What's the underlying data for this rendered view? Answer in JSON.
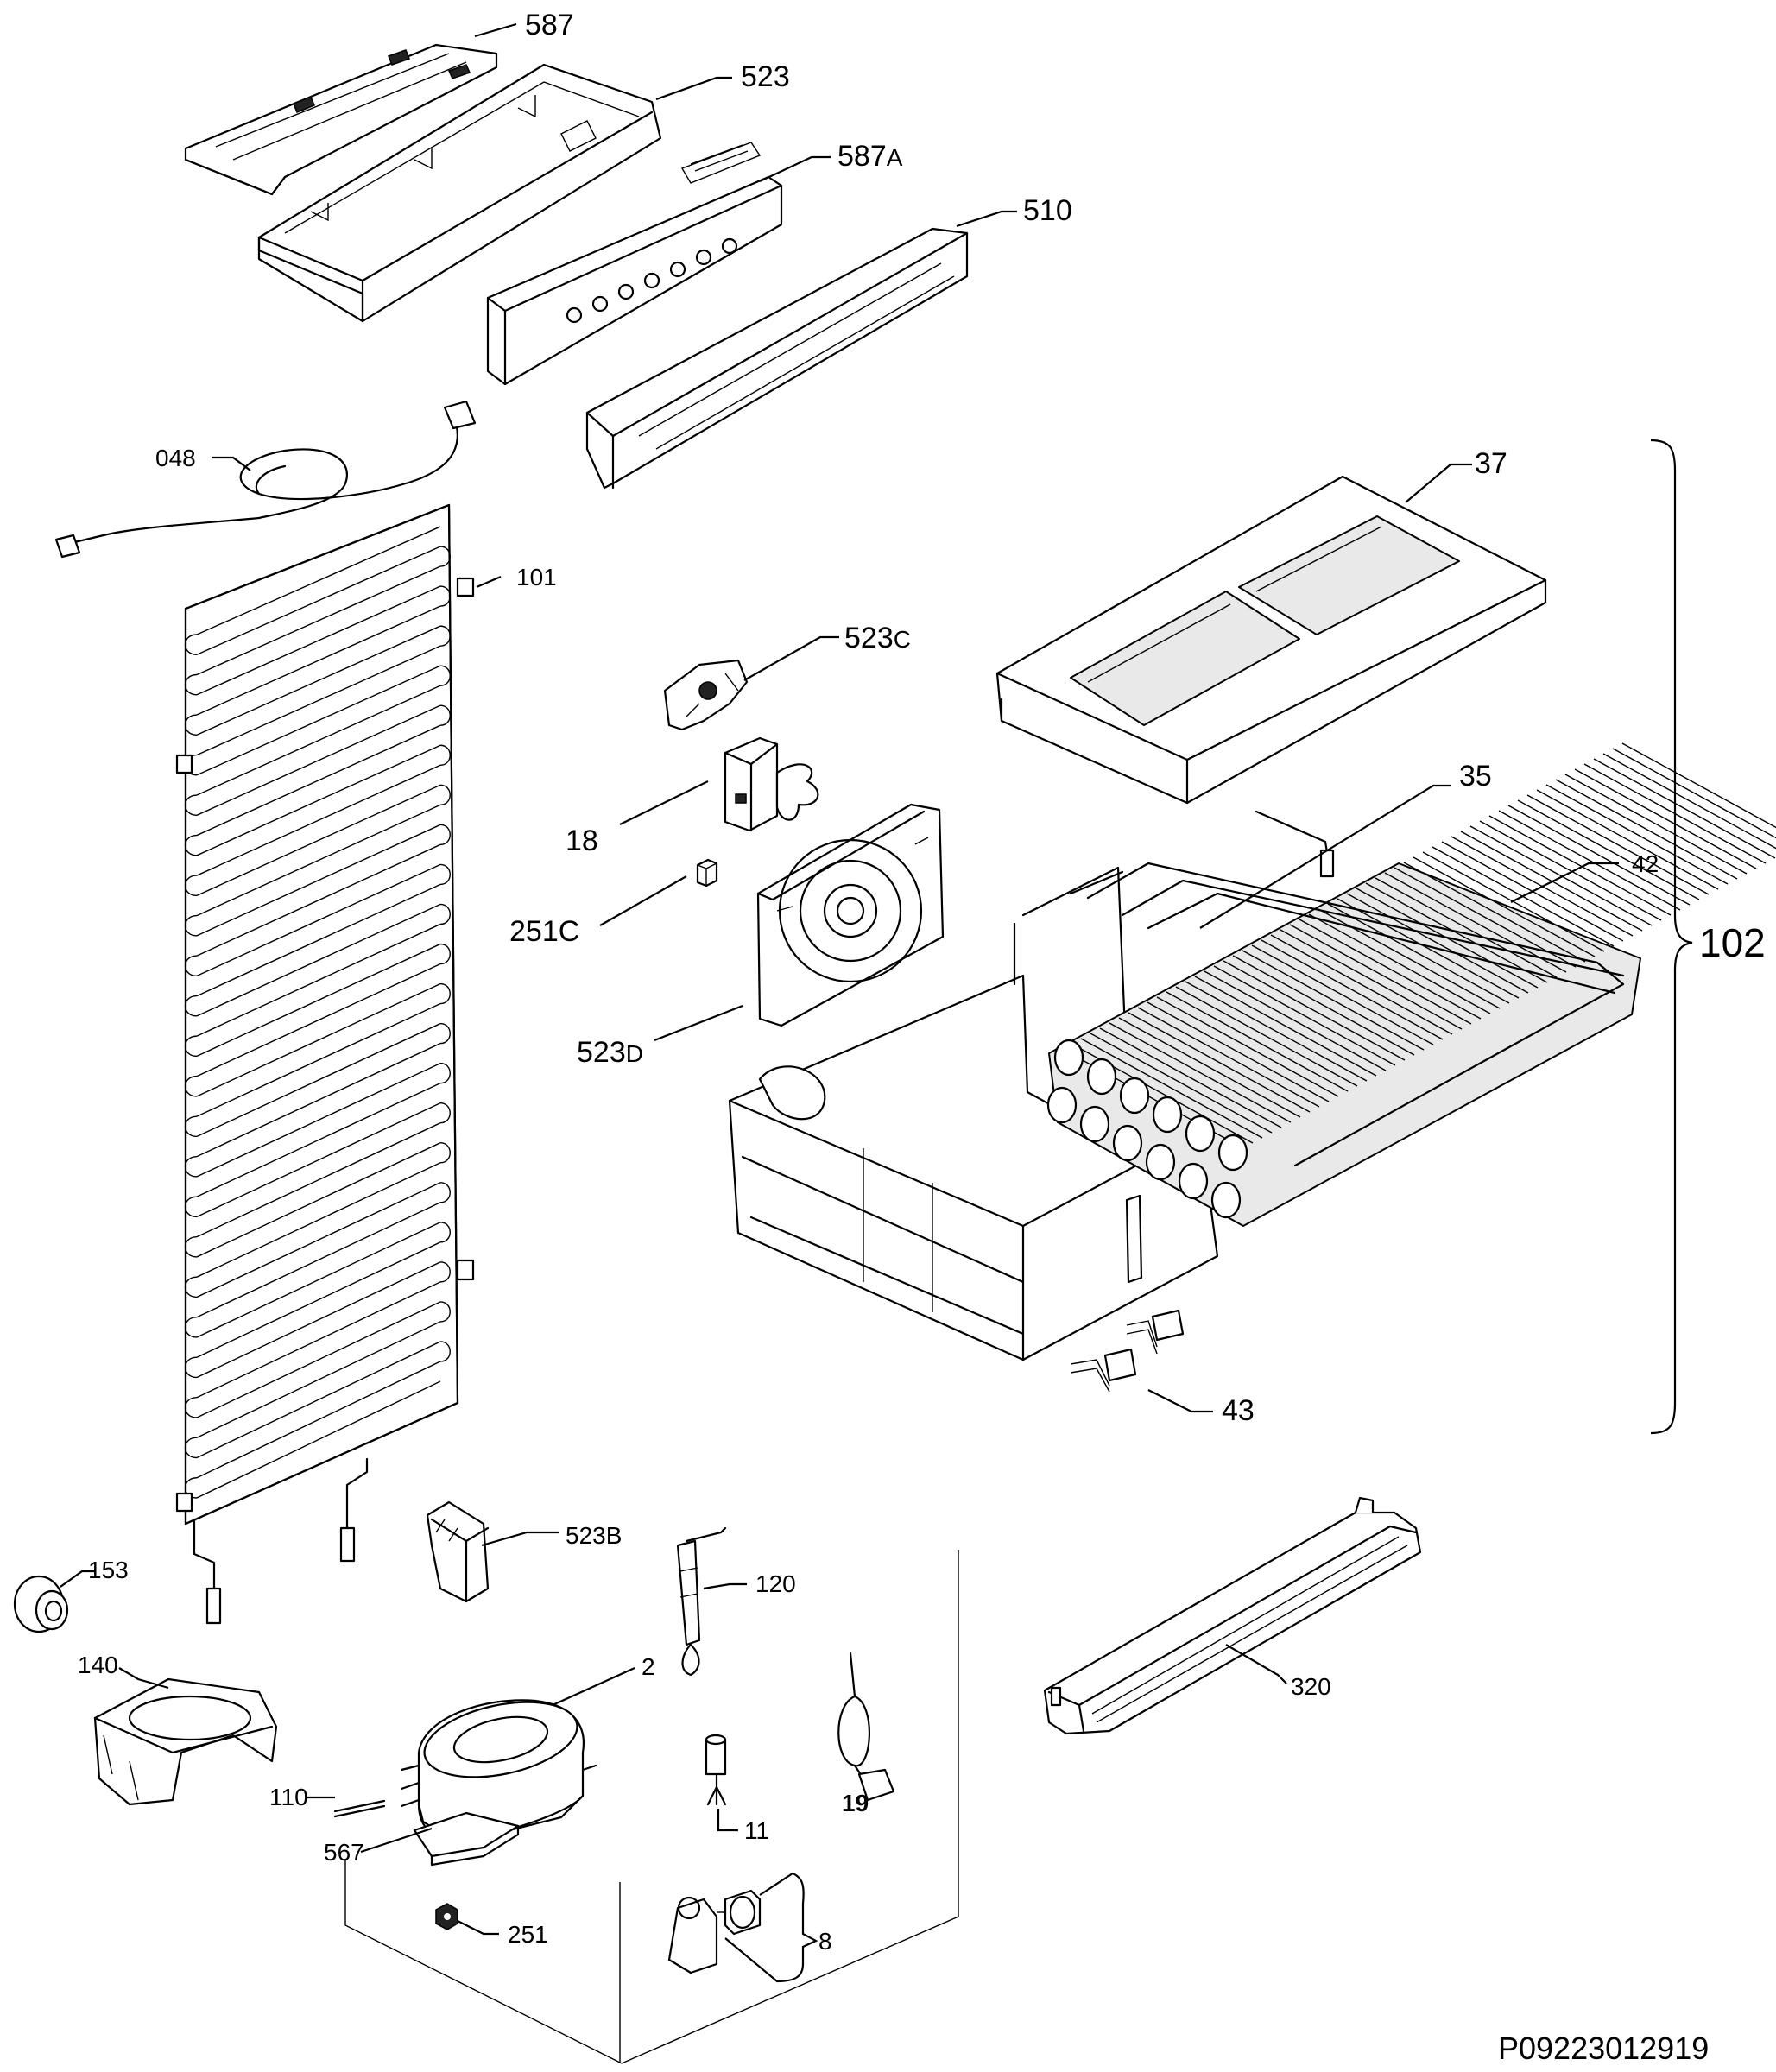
{
  "diagram": {
    "document_code": "P09223012919",
    "labels": {
      "p587": "587",
      "p523": "523",
      "p587A_num": "587",
      "p587A_suffix": "A",
      "p510": "510",
      "p048": "048",
      "p37": "37",
      "p101": "101",
      "p523C_num": "523",
      "p523C_suffix": "C",
      "p18": "18",
      "p35": "35",
      "p42": "42",
      "p251C": "251C",
      "p102": "102",
      "p523D_num": "523",
      "p523D_suffix": "D",
      "p43": "43",
      "p523B_num": "523",
      "p523B_suffix": "B",
      "p153": "153",
      "p120": "120",
      "p140": "140",
      "p2": "2",
      "p320": "320",
      "p110": "110",
      "p567": "567",
      "p11": "11",
      "p19": "19",
      "p8": "8",
      "p251": "251"
    }
  }
}
